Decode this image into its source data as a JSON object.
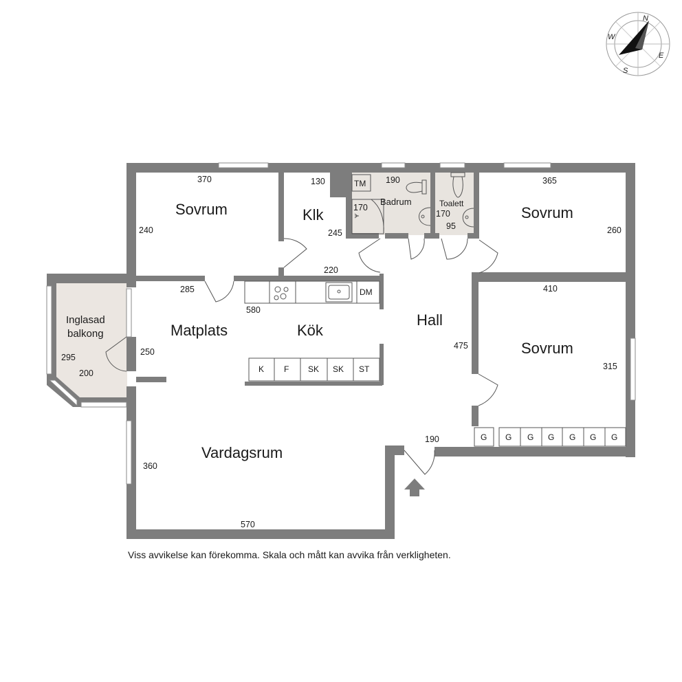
{
  "rooms": {
    "sovrum_nw": "Sovrum",
    "klk": "Klk",
    "badrum": "Badrum",
    "toalett": "Toalett",
    "sovrum_ne": "Sovrum",
    "sovrum_e": "Sovrum",
    "matplats": "Matplats",
    "kok": "Kök",
    "hall": "Hall",
    "vardagsrum": "Vardagsrum",
    "balkong_line1": "Inglasad",
    "balkong_line2": "balkong"
  },
  "dimensions": {
    "sovrum_nw_w": "370",
    "sovrum_nw_h": "240",
    "klk_w": "130",
    "klk_h": "245",
    "klk_bottom": "220",
    "badrum_w": "190",
    "badrum_h": "170",
    "toalett_h": "170",
    "toalett_w": "95",
    "sovrum_ne_w": "365",
    "sovrum_ne_h": "260",
    "sovrum_e_w": "410",
    "sovrum_e_h": "315",
    "hall_h": "475",
    "hall_door": "190",
    "matplats_w": "285",
    "matplats_h": "250",
    "kok_w": "580",
    "vardagsrum_h": "360",
    "vardagsrum_w": "570",
    "balkong_h": "295",
    "balkong_w": "200"
  },
  "units": {
    "tm": "TM",
    "dm": "DM",
    "k": "K",
    "f": "F",
    "sk1": "SK",
    "sk2": "SK",
    "st": "ST",
    "g": [
      "G",
      "G",
      "G",
      "G",
      "G",
      "G",
      "G"
    ]
  },
  "compass": {
    "n": "N",
    "e": "E",
    "s": "S",
    "w": "W"
  },
  "disclaimer": "Viss avvikelse kan förekomma. Skala och mått kan avvika från verkligheten.",
  "colors": {
    "wall": "#7d7d7d",
    "balcony_fill": "#ebe6e1",
    "bath_fill": "#e8e4df"
  }
}
